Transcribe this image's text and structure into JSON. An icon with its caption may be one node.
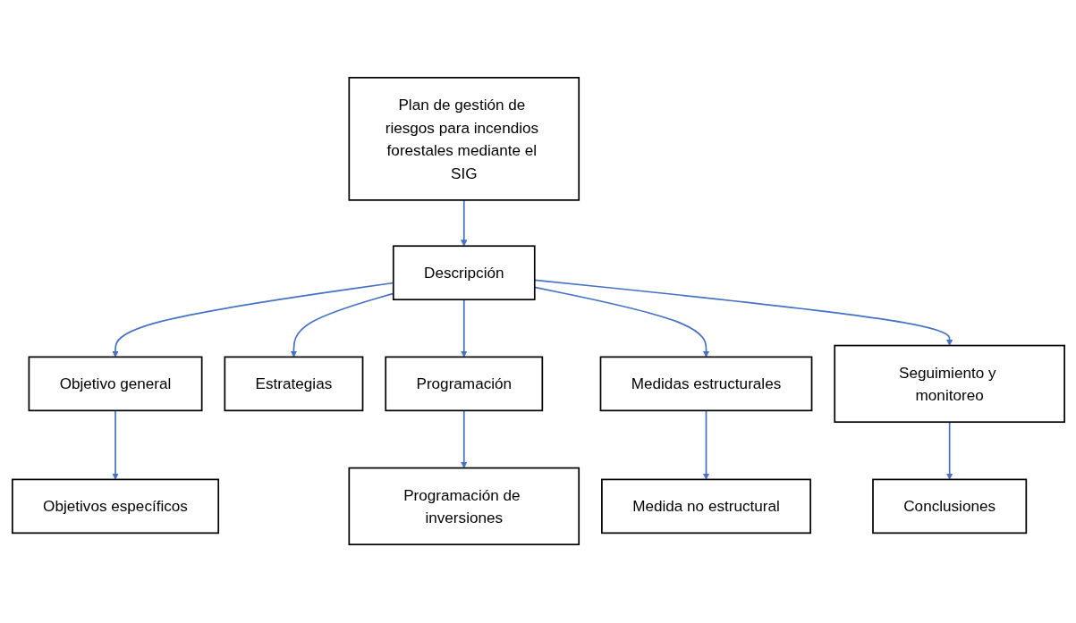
{
  "diagram": {
    "nodes": [
      {
        "text": [
          "Plan de gestión de riesgos para incendios forestales mediante el SIG"
        ]
      },
      {
        "text": [
          "Descripción"
        ]
      },
      {
        "text": [
          "Objetivo general"
        ]
      },
      {
        "text": [
          "Estrategias"
        ]
      },
      {
        "text": [
          "Programación"
        ]
      },
      {
        "text": [
          "Medidas estructurales"
        ]
      },
      {
        "text": [
          "Seguimiento y monitoreo"
        ]
      },
      {
        "text": [
          "Objetivos específicos"
        ]
      },
      {
        "text": [
          "Programación de inversiones"
        ]
      },
      {
        "text": [
          "Medida no estructural"
        ]
      },
      {
        "text": [
          "Conclusiones"
        ]
      }
    ],
    "edges": [
      {
        "from": 0,
        "to": 1,
        "arrow": "to"
      },
      {
        "from": 1,
        "to": 2,
        "arrow": "to"
      },
      {
        "from": 1,
        "to": 3,
        "arrow": "to"
      },
      {
        "from": 1,
        "to": 4,
        "arrow": "to"
      },
      {
        "from": 1,
        "to": 5,
        "arrow": "to"
      },
      {
        "from": 1,
        "to": 6,
        "arrow": "to"
      },
      {
        "from": 2,
        "to": 7,
        "arrow": "to"
      },
      {
        "from": 4,
        "to": 8,
        "arrow": "to"
      },
      {
        "from": 5,
        "to": 9,
        "arrow": "to"
      },
      {
        "from": 6,
        "to": 10,
        "arrow": "to"
      }
    ]
  }
}
